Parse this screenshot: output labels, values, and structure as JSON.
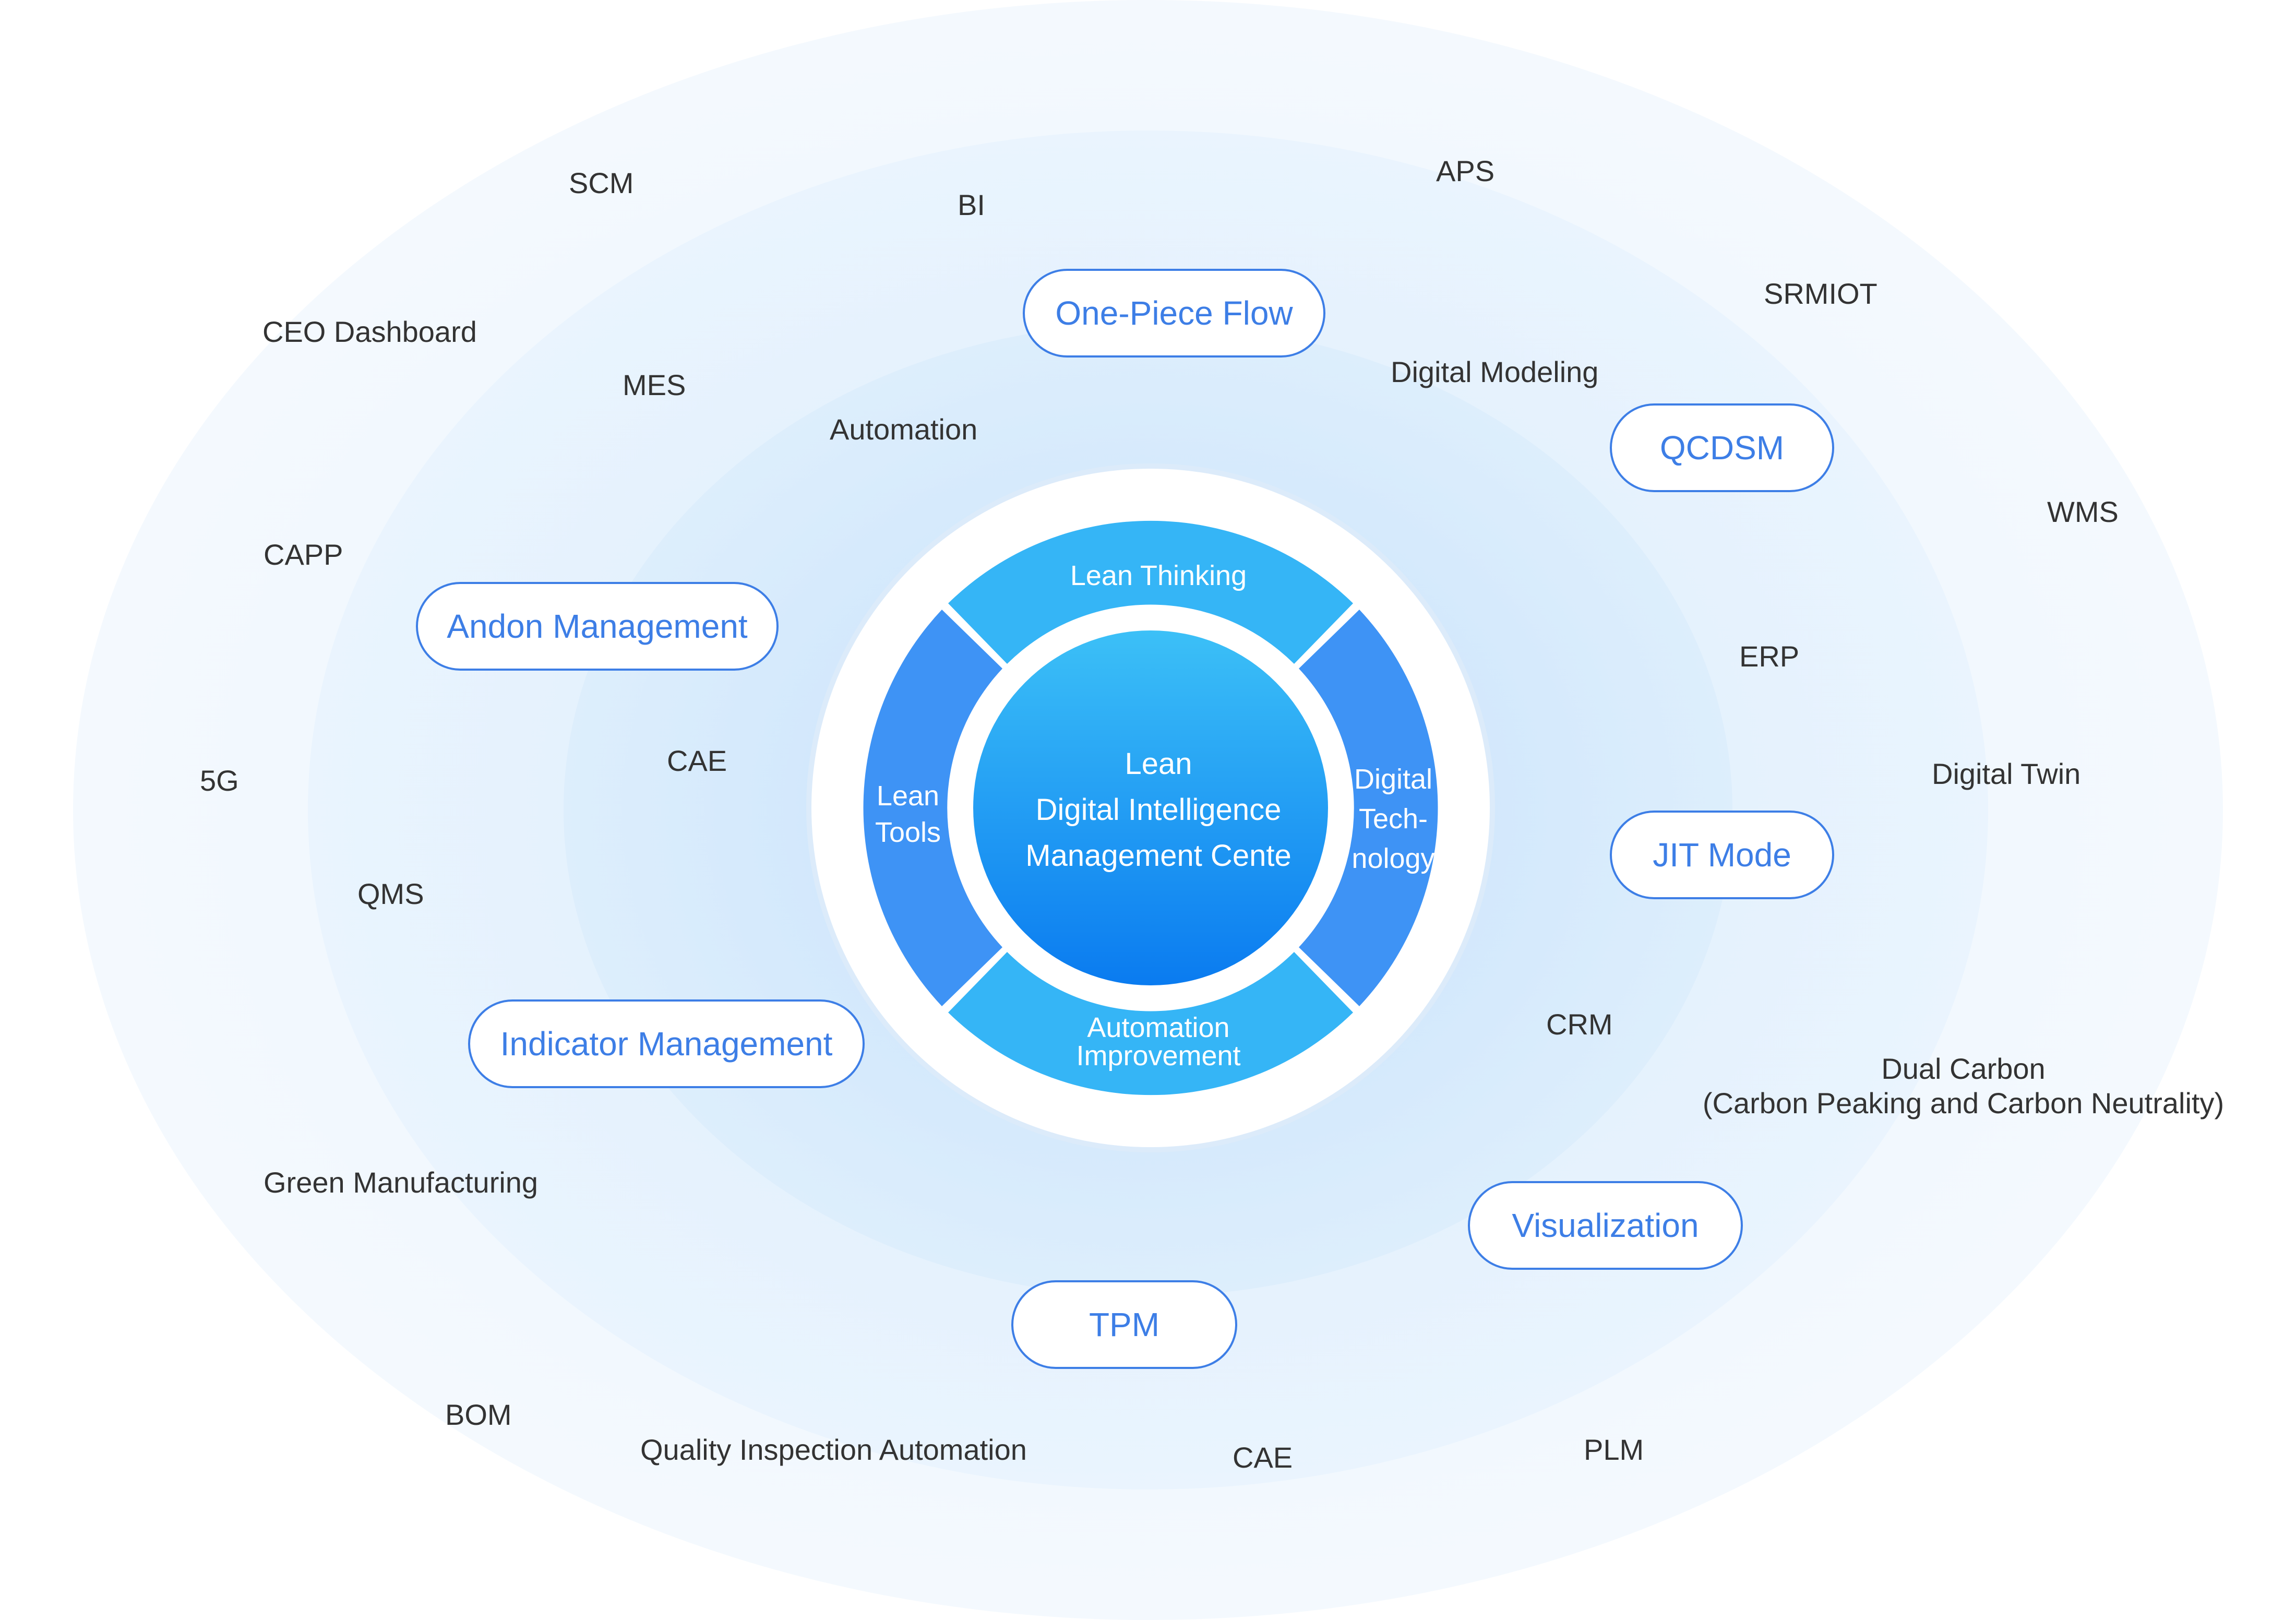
{
  "center": {
    "line1": "Lean",
    "line2": "Digital Intelligence",
    "line3": "Management Cente"
  },
  "segments": {
    "top": "Lean Thinking",
    "left_line1": "Lean",
    "left_line2": "Tools",
    "right_line1": "Digital",
    "right_line2": "Tech-",
    "right_line3": "nology",
    "bottom_line1": "Automation",
    "bottom_line2": "Improvement"
  },
  "pills": {
    "one_piece_flow": "One-Piece Flow",
    "qcdsm": "QCDSM",
    "andon": "Andon Management",
    "jit": "JIT Mode",
    "indicator": "Indicator Management",
    "visualization": "Visualization",
    "tpm": "TPM"
  },
  "tags": {
    "scm": "SCM",
    "bi": "BI",
    "aps": "APS",
    "srmiot": "SRMIOT",
    "ceo_dashboard": "CEO Dashboard",
    "mes": "MES",
    "automation": "Automation",
    "digital_modeling": "Digital Modeling",
    "wms": "WMS",
    "capp": "CAPP",
    "erp": "ERP",
    "cae_left": "CAE",
    "digital_twin": "Digital Twin",
    "five_g": "5G",
    "qms": "QMS",
    "crm": "CRM",
    "dual_carbon_line1": "Dual Carbon",
    "dual_carbon_line2": "(Carbon Peaking and Carbon Neutrality)",
    "green_manufacturing": "Green Manufacturing",
    "bom": "BOM",
    "quality_inspection": "Quality Inspection Automation",
    "cae_bottom": "CAE",
    "plm": "PLM"
  },
  "colors": {
    "pill_accent": "#3d7ee6",
    "segment_light": "#35b5f6",
    "segment_dark": "#3e93f5",
    "center_top": "#3cc0f7",
    "center_bottom": "#0a7bf0"
  }
}
